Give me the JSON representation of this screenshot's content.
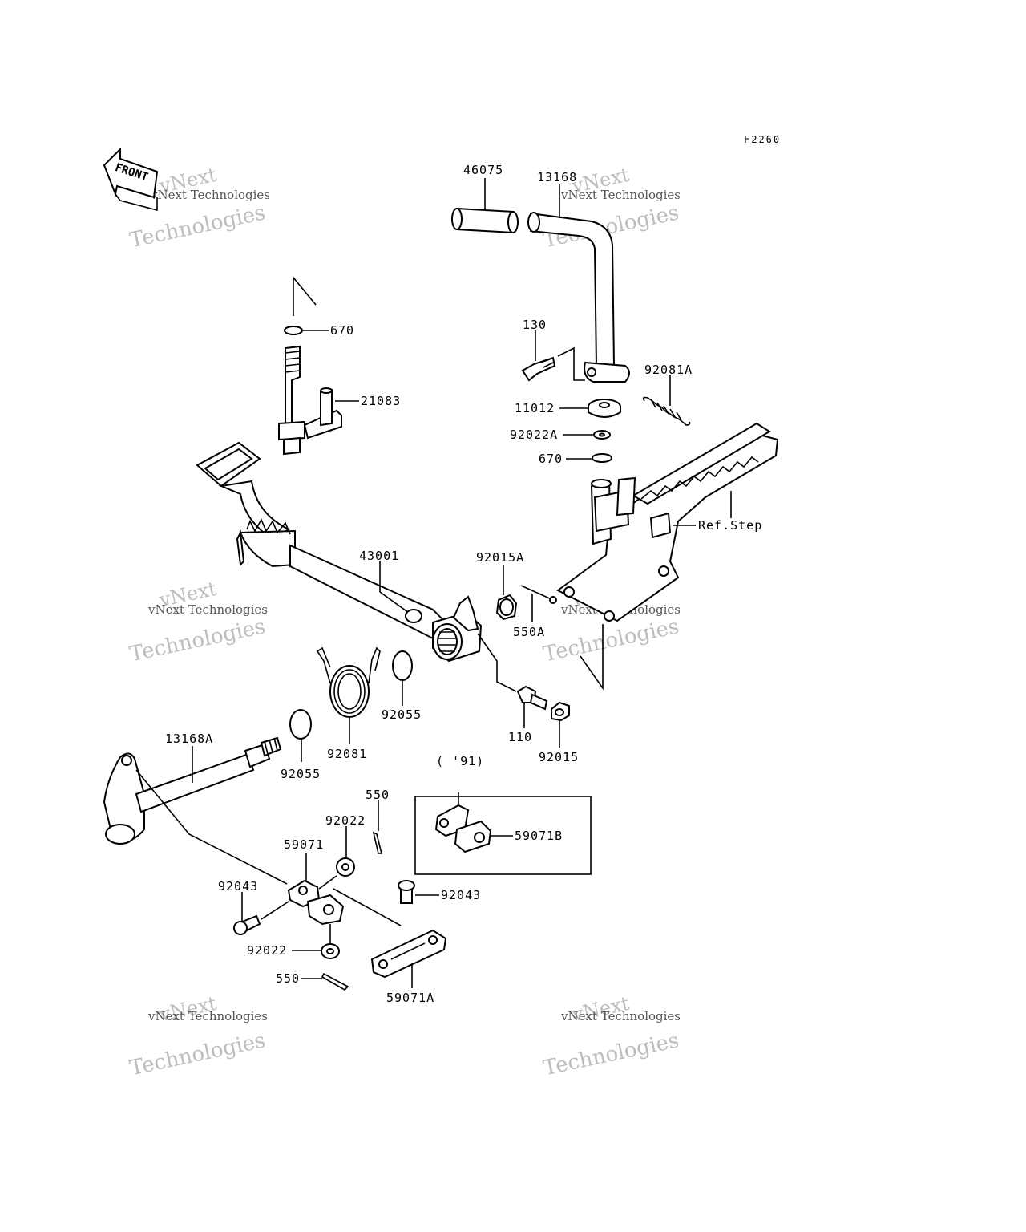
{
  "diagram_code": "F2260",
  "front_marker": "FRONT",
  "variant_note": "( '91)",
  "watermark": {
    "line1": "vNext",
    "line2": "vNext Technologies",
    "line3": "Technologies"
  },
  "labels": {
    "p46075": "46075",
    "p13168": "13168",
    "p670a": "670",
    "p130": "130",
    "p92081A": "92081A",
    "p21083": "21083",
    "p11012": "11012",
    "p92022A": "92022A",
    "p670b": "670",
    "pRefStep": "Ref.Step",
    "p43001": "43001",
    "p92015A": "92015A",
    "p550A": "550A",
    "p92055a": "92055",
    "p110": "110",
    "p92015": "92015",
    "p13168A": "13168A",
    "p92055b": "92055",
    "p92081": "92081",
    "p550a": "550",
    "p92022a": "92022",
    "p59071": "59071",
    "p59071B": "59071B",
    "p92043a": "92043",
    "p92043b": "92043",
    "p92022b": "92022",
    "p550b": "550",
    "p59071A": "59071A"
  }
}
